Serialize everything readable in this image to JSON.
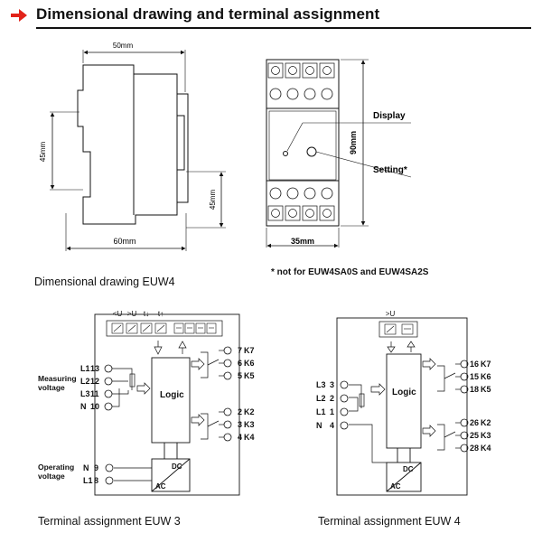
{
  "header": {
    "title": "Dimensional drawing and terminal assignment",
    "accent_color": "#e2231a",
    "icon": "arrow-right-icon"
  },
  "dimensional": {
    "dim_width_top": "50mm",
    "dim_height_left": "45mm",
    "dim_height_right": "45mm",
    "dim_width_bottom": "60mm",
    "dim_front_width": "35mm",
    "dim_front_height": "90mm",
    "label_display": "Display",
    "label_setting": "Setting*",
    "caption": "Dimensional drawing EUW4",
    "note": "* not for EUW4SA0S and EUW4SA2S"
  },
  "euw3": {
    "caption": "Terminal assignment EUW 3",
    "top_symbols": [
      "<U",
      ">U",
      "t↓",
      "t↑"
    ],
    "measuring_label": [
      "Measuring",
      "voltage"
    ],
    "operating_label": [
      "Operating",
      "voltage"
    ],
    "inputs": [
      "L1",
      "L2",
      "L3",
      "N"
    ],
    "input_terms": [
      "13",
      "12",
      "11",
      "10"
    ],
    "supply": [
      "N",
      "L1"
    ],
    "supply_terms": [
      "9",
      "8"
    ],
    "logic": "Logic",
    "dc": "DC",
    "ac": "AC",
    "relay1": [
      {
        "t": "7",
        "k": "K7"
      },
      {
        "t": "6",
        "k": "K6"
      },
      {
        "t": "5",
        "k": "K5"
      }
    ],
    "relay2": [
      {
        "t": "2",
        "k": "K2"
      },
      {
        "t": "3",
        "k": "K3"
      },
      {
        "t": "4",
        "k": "K4"
      }
    ]
  },
  "euw4": {
    "caption": "Terminal assignment EUW 4",
    "top_symbols": [
      ">U"
    ],
    "inputs": [
      "L3",
      "L2",
      "L1",
      "N"
    ],
    "input_terms": [
      "3",
      "2",
      "1",
      "4"
    ],
    "logic": "Logic",
    "dc": "DC",
    "ac": "AC",
    "relay1": [
      {
        "t": "16",
        "k": "K7"
      },
      {
        "t": "15",
        "k": "K6"
      },
      {
        "t": "18",
        "k": "K5"
      }
    ],
    "relay2": [
      {
        "t": "26",
        "k": "K2"
      },
      {
        "t": "25",
        "k": "K3"
      },
      {
        "t": "28",
        "k": "K4"
      }
    ]
  }
}
